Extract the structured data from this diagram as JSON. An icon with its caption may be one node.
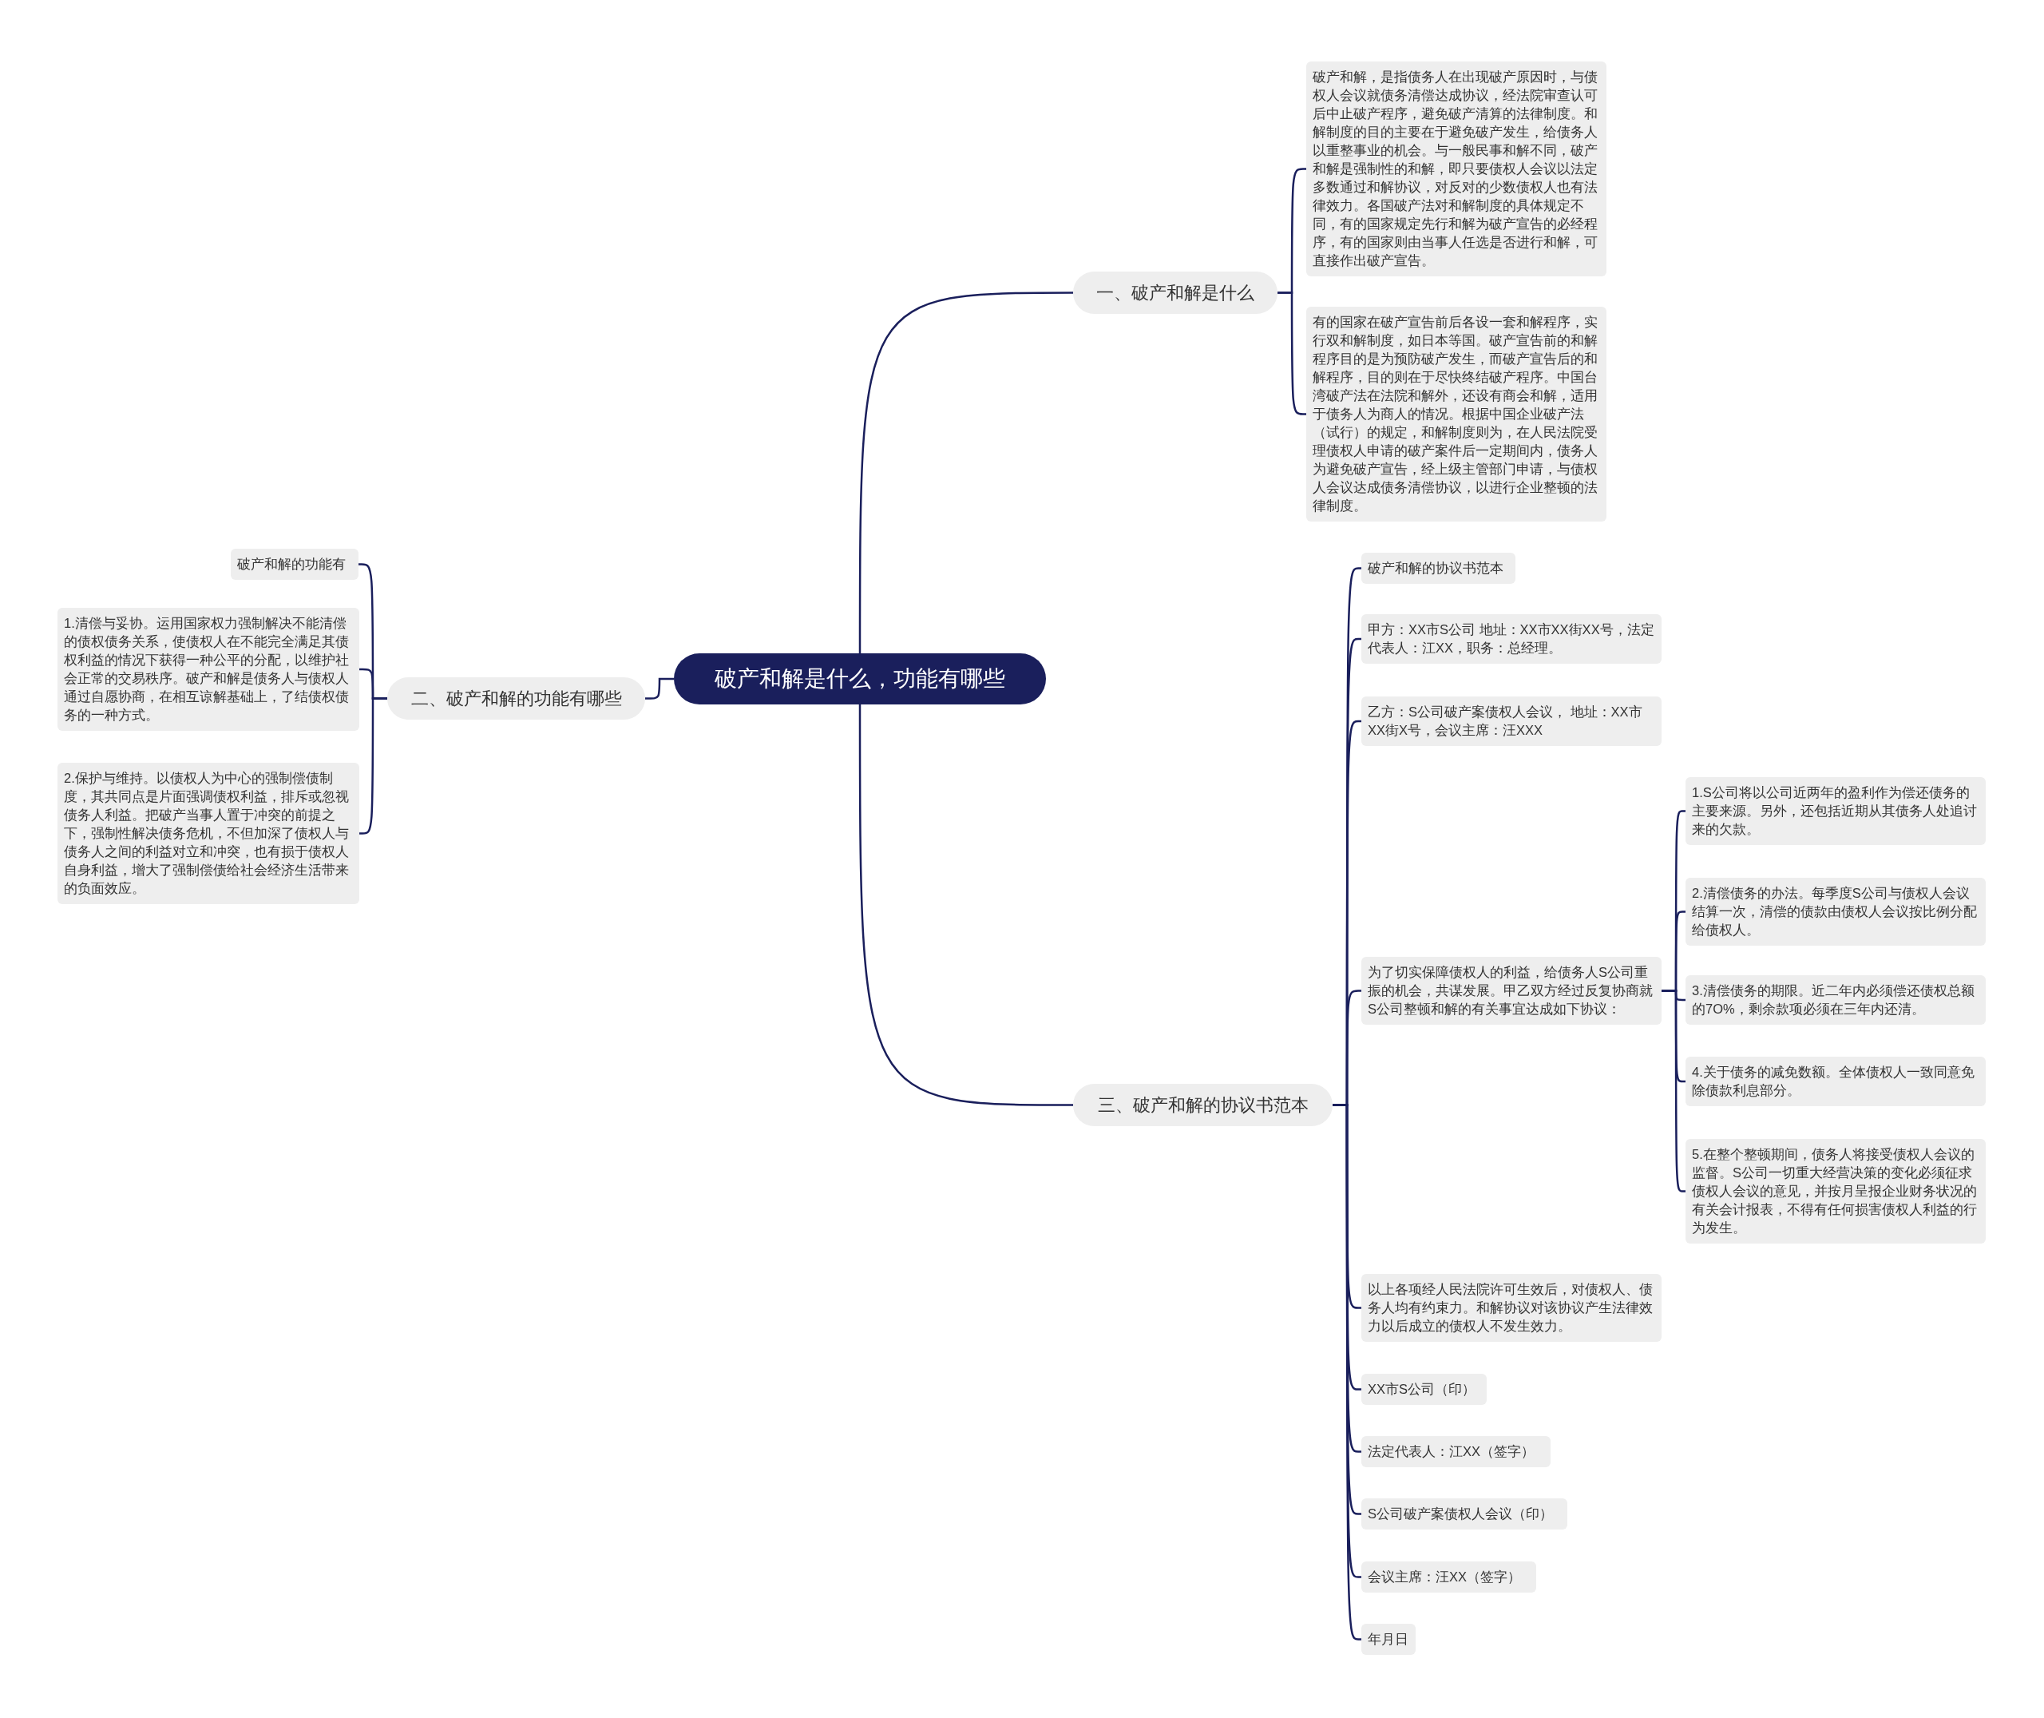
{
  "diagram": {
    "nodes": [
      {
        "text": [
          "破产和解是什么，功能有哪些"
        ]
      },
      {
        "text": [
          "一、破产和解是什么"
        ]
      },
      {
        "text": [
          "破产和解，是指债务人在出现破产原因时，与债权人会议就债务清偿达成协议，经法院审查认可后中止破产程序，避免破产清算的法律制度。和解制度的目的主要在于避免破产发生，给债务人以重整事业的机会。与一般民事和解不同，破产和解是强制性的和解，即只要债权人会议以法定多数通过和解协议，对反对的少数债权人也有法律效力。各国破产法对和解制度的具体规定不同，有的国家规定先行和解为破产宣告的必经程序，有的国家则由当事人任选是否进行和解，可直接作出破产宣告。"
        ]
      },
      {
        "text": [
          "有的国家在破产宣告前后各设一套和解程序，实行双和解制度，如日本等国。破产宣告前的和解程序目的是为预防破产发生，而破产宣告后的和解程序，目的则在于尽快终结破产程序。中国台湾破产法在法院和解外，还设有商会和解，适用于债务人为商人的情况。根据中国企业破产法（试行）的规定，和解制度则为，在人民法院受理债权人申请的破产案件后一定期间内，债务人为避免破产宣告，经上级主管部门申请，与债权人会议达成债务清偿协议，以进行企业整顿的法律制度。"
        ]
      },
      {
        "text": [
          "二、破产和解的功能有哪些"
        ]
      },
      {
        "text": [
          "破产和解的功能有"
        ]
      },
      {
        "text": [
          "1.清偿与妥协。运用国家权力强制解决不能清偿的债权债务关系，使债权人在不能完全满足其债权利益的情况下获得一种公平的分配，以维护社会正常的交易秩序。破产和解是债务人与债权人通过自愿协商，在相互谅解基础上，了结债权债务的一种方式。"
        ]
      },
      {
        "text": [
          "2.保护与维持。以债权人为中心的强制偿债制度，其共同点是片面强调债权利益，排斥或忽视债务人利益。把破产当事人置于冲突的前提之下，强制性解决债务危机，不但加深了债权人与债务人之间的利益对立和冲突，也有损于债权人自身利益，增大了强制偿债给社会经济生活带来的负面效应。"
        ]
      },
      {
        "text": [
          "三、破产和解的协议书范本"
        ]
      },
      {
        "text": [
          "破产和解的协议书范本"
        ]
      },
      {
        "text": [
          "甲方：XX市S公司 地址：XX市XX街XX号，法定代表人：江XX，职务：总经理。"
        ]
      },
      {
        "text": [
          "乙方：S公司破产案债权人会议， 地址：XX市XX街X号，会议主席：汪XXX"
        ]
      },
      {
        "text": [
          "为了切实保障债权人的利益，给债务人S公司重振的机会，共谋发展。甲乙双方经过反复协商就S公司整顿和解的有关事宜达成如下协议："
        ]
      },
      {
        "text": [
          "1.S公司将以公司近两年的盈利作为偿还债务的主要来源。另外，还包括近期从其债务人处追讨来的欠款。"
        ]
      },
      {
        "text": [
          "2.清偿债务的办法。每季度S公司与债权人会议结算一次，清偿的债款由债权人会议按比例分配给债权人。"
        ]
      },
      {
        "text": [
          "3.清偿债务的期限。近二年内必须偿还债权总额的7O%，剩余款项必须在三年内还清。"
        ]
      },
      {
        "text": [
          "4.关于债务的减免数额。全体债权人一致同意免除债款利息部分。"
        ]
      },
      {
        "text": [
          "5.在整个整顿期间，债务人将接受债权人会议的监督。S公司一切重大经营决策的变化必须征求债权人会议的意见，并按月呈报企业财务状况的有关会计报表，不得有任何损害债权人利益的行为发生。"
        ]
      },
      {
        "text": [
          "以上各项经人民法院许可生效后，对债权人、债务人均有约束力。和解协议对该协议产生法律效力以后成立的债权人不发生效力。"
        ]
      },
      {
        "text": [
          "XX市S公司（印）"
        ]
      },
      {
        "text": [
          "法定代表人：江XX（签字）"
        ]
      },
      {
        "text": [
          "S公司破产案债权人会议（印）"
        ]
      },
      {
        "text": [
          "会议主席：汪XX（签字）"
        ]
      },
      {
        "text": [
          "年月日"
        ]
      }
    ],
    "edges": [
      {
        "from": 0,
        "to": 1,
        "arrow": "none"
      },
      {
        "from": 1,
        "to": 2,
        "arrow": "none"
      },
      {
        "from": 1,
        "to": 3,
        "arrow": "none"
      },
      {
        "from": 0,
        "to": 4,
        "arrow": "none"
      },
      {
        "from": 4,
        "to": 5,
        "arrow": "none"
      },
      {
        "from": 4,
        "to": 6,
        "arrow": "none"
      },
      {
        "from": 4,
        "to": 7,
        "arrow": "none"
      },
      {
        "from": 0,
        "to": 8,
        "arrow": "none"
      },
      {
        "from": 8,
        "to": 9,
        "arrow": "none"
      },
      {
        "from": 8,
        "to": 10,
        "arrow": "none"
      },
      {
        "from": 8,
        "to": 11,
        "arrow": "none"
      },
      {
        "from": 8,
        "to": 12,
        "arrow": "none"
      },
      {
        "from": 12,
        "to": 13,
        "arrow": "none"
      },
      {
        "from": 12,
        "to": 14,
        "arrow": "none"
      },
      {
        "from": 12,
        "to": 15,
        "arrow": "none"
      },
      {
        "from": 12,
        "to": 16,
        "arrow": "none"
      },
      {
        "from": 12,
        "to": 17,
        "arrow": "none"
      },
      {
        "from": 8,
        "to": 18,
        "arrow": "none"
      },
      {
        "from": 8,
        "to": 19,
        "arrow": "none"
      },
      {
        "from": 8,
        "to": 20,
        "arrow": "none"
      },
      {
        "from": 8,
        "to": 21,
        "arrow": "none"
      },
      {
        "from": 8,
        "to": 22,
        "arrow": "none"
      },
      {
        "from": 8,
        "to": 23,
        "arrow": "none"
      }
    ]
  }
}
